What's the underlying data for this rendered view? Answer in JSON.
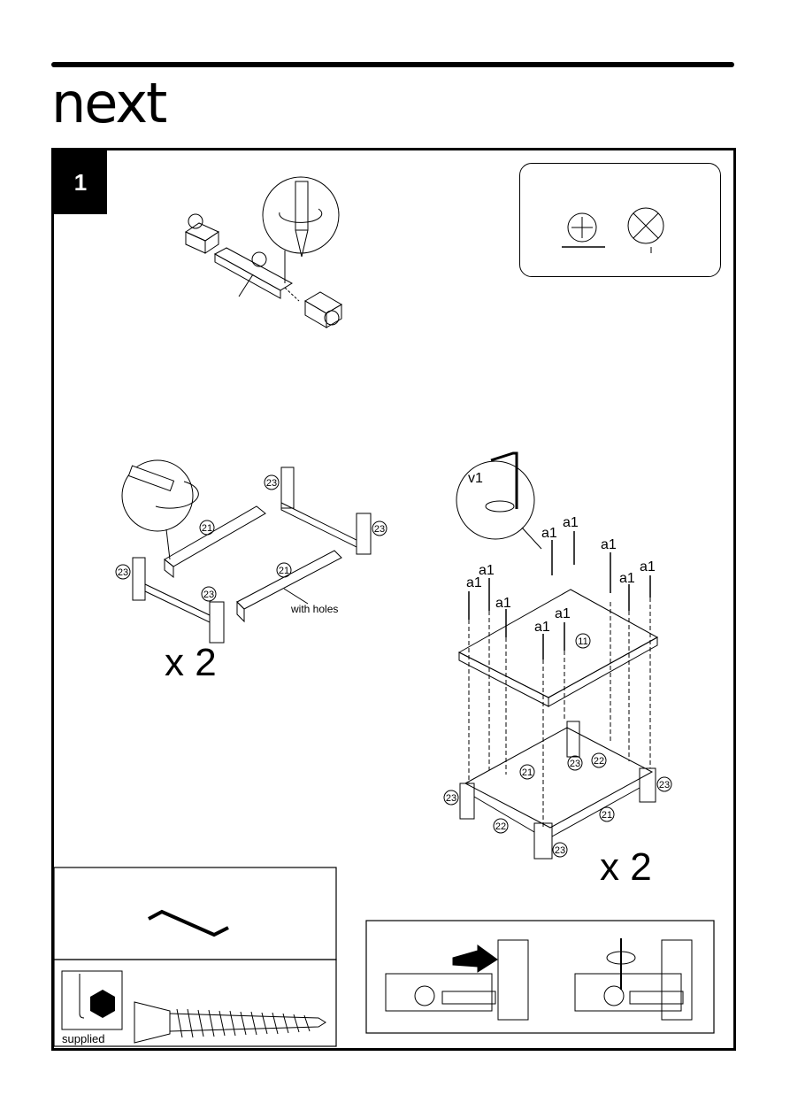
{
  "brand": {
    "logo_text": "next"
  },
  "step": {
    "number": "1"
  },
  "labels": {
    "multiplier_left": "x 2",
    "multiplier_right": "x 2",
    "with_holes": "with holes",
    "supplied": "supplied",
    "tool_v1": "v1"
  },
  "part_numbers": {
    "p21": "21",
    "p22": "22",
    "p23": "23",
    "p11": "11",
    "a1": "a1"
  },
  "icons": [
    "screwdriver-icon",
    "hex-key-icon",
    "cam-lock-icon",
    "rotate-arrow-icon"
  ]
}
